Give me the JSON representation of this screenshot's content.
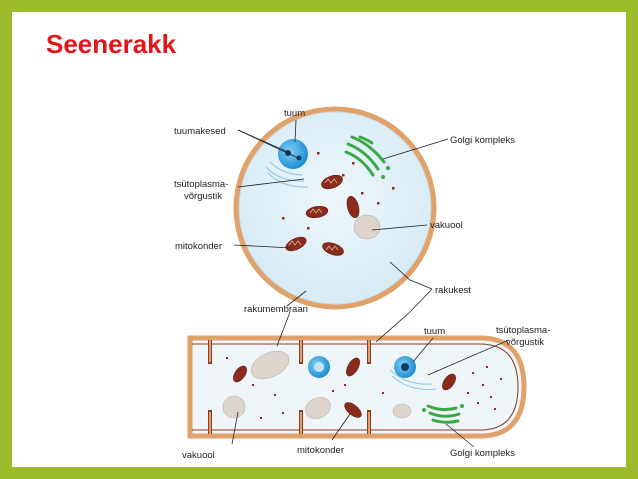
{
  "title": "Seenerakk",
  "labels": {
    "tuum": "tuum",
    "tuumakesed": "tuumakesed",
    "golgi": "Golgi kompleks",
    "tsytoplasma_1": "tsütoplasma-",
    "tsytoplasma_2": "võrgustik",
    "vakuool": "vakuool",
    "mitokonder": "mitokonder",
    "rakukest": "rakukest",
    "rakumembraan": "rakumembraan",
    "tuum_bottom": "tuum",
    "tsytoplasma_bottom_1": "tsütoplasma-",
    "tsytoplasma_bottom_2": "võrgustik",
    "vakuool_bottom": "vakuool",
    "mitokonder_bottom": "mitokonder",
    "golgi_bottom": "Golgi kompleks"
  },
  "colors": {
    "frame": "#9cbb2b",
    "title": "#e2151b",
    "cell_fill": "#e4f1f8",
    "cell_wall": "#e0a16a",
    "membrane": "#8c3b24",
    "nucleus": "#3aa3dd",
    "golgi": "#3aa845",
    "mitochondria": "#8a2b1c",
    "vacuole": "#ddd5cc"
  }
}
